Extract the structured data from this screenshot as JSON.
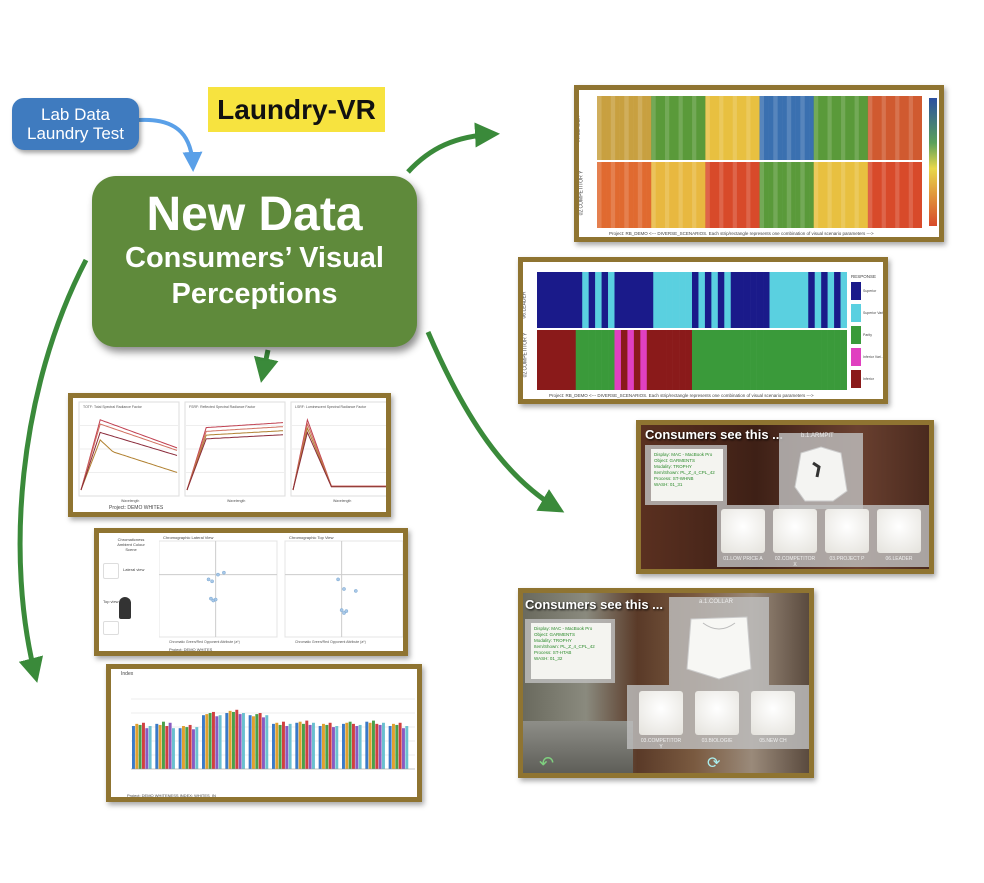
{
  "source_box": {
    "line1": "Lab Data",
    "line2": "Laundry Test"
  },
  "tag": {
    "label": "Laundry-VR"
  },
  "center_box": {
    "title": "New Data",
    "subtitle_line1": "Consumers’ Visual",
    "subtitle_line2": "Perceptions"
  },
  "colors": {
    "source_blue": "#3f7bbf",
    "tag_yellow": "#f7e33f",
    "center_green": "#5f8a3b",
    "arrow_green": "#3a8a3a",
    "arrow_blue": "#5aa0e8",
    "frame_gold": "#8f7431"
  },
  "heatmap1": {
    "title": "",
    "row_labels": [
      "06.LEADER",
      "02.COMPETITOR Y"
    ],
    "caption": "Project: RB_DEMO <--- DIVERSE_SCENARIOS. Each strip/rectangle represents one combination of visual scenario parameters --->"
  },
  "heatmap2": {
    "row_labels": [
      "06.LEADER",
      "02.COMPETITOR Y"
    ],
    "legend_title": "RESPONSE",
    "legend": [
      "Superior",
      "Superior Vari...",
      "Parity",
      "Inferior Vari...",
      "Inferior"
    ],
    "caption": "Project: RB_DEMO <--- DIVERSE_SCENARIOS. Each strip/rectangle represents one combination of visual scenario parameters --->"
  },
  "vr1": {
    "heading": "Consumers see this ...",
    "garment_label": "b.1.ARMPIT",
    "info": [
      "Display: MAC - MacBook Pro",
      "Object: GARMENTS",
      "Modality: TROPHY",
      "Item/Shown: PL_Z_4_CPL_42",
      "Process: ST-WHNB",
      "WASH: 01_31"
    ],
    "options": [
      "01.LOW PRICE A",
      "02.COMPETITOR X",
      "03.PROJECT P",
      "06.LEADER"
    ]
  },
  "vr2": {
    "heading": "Consumers see this ...",
    "garment_label": "a.1.COLLAR",
    "info": [
      "Display: MAC - MacBook Pro",
      "Object: GARMENTS",
      "Modality: TROPHY",
      "Item/Shown: PL_Z_4_CPL_42",
      "Process: ST-HTAB",
      "WASH: 01_32"
    ],
    "options": [
      "03.COMPETITOR Y",
      "03.BIOLOGIE",
      "05.NEW CH"
    ]
  },
  "spectral": {
    "panel_titles": [
      "TOTF: Total Spectral Radiance Factor",
      "FSRF: Reflected Spectral Radiance Factor",
      "LSRF: Luminescent Spectral Radiance Factor"
    ],
    "xlabel": "Wavelength",
    "caption": "Project: DEMO WHITES"
  },
  "scatter": {
    "left_title": "Chromaticness\nAmbient Colour Scene",
    "left_labels": [
      "Lateral view",
      "Top view"
    ],
    "panel_titles": [
      "Chromographic Lateral View",
      "Chromographic Top View"
    ],
    "xlabel": "Chromatic Green/Red Opponent Attribute (a*)",
    "caption": "Project: DEMO WHITES"
  },
  "barchart": {
    "title": "Index",
    "caption": "Project: DEMO WHITENESS INDEX: WHITES_IN"
  }
}
